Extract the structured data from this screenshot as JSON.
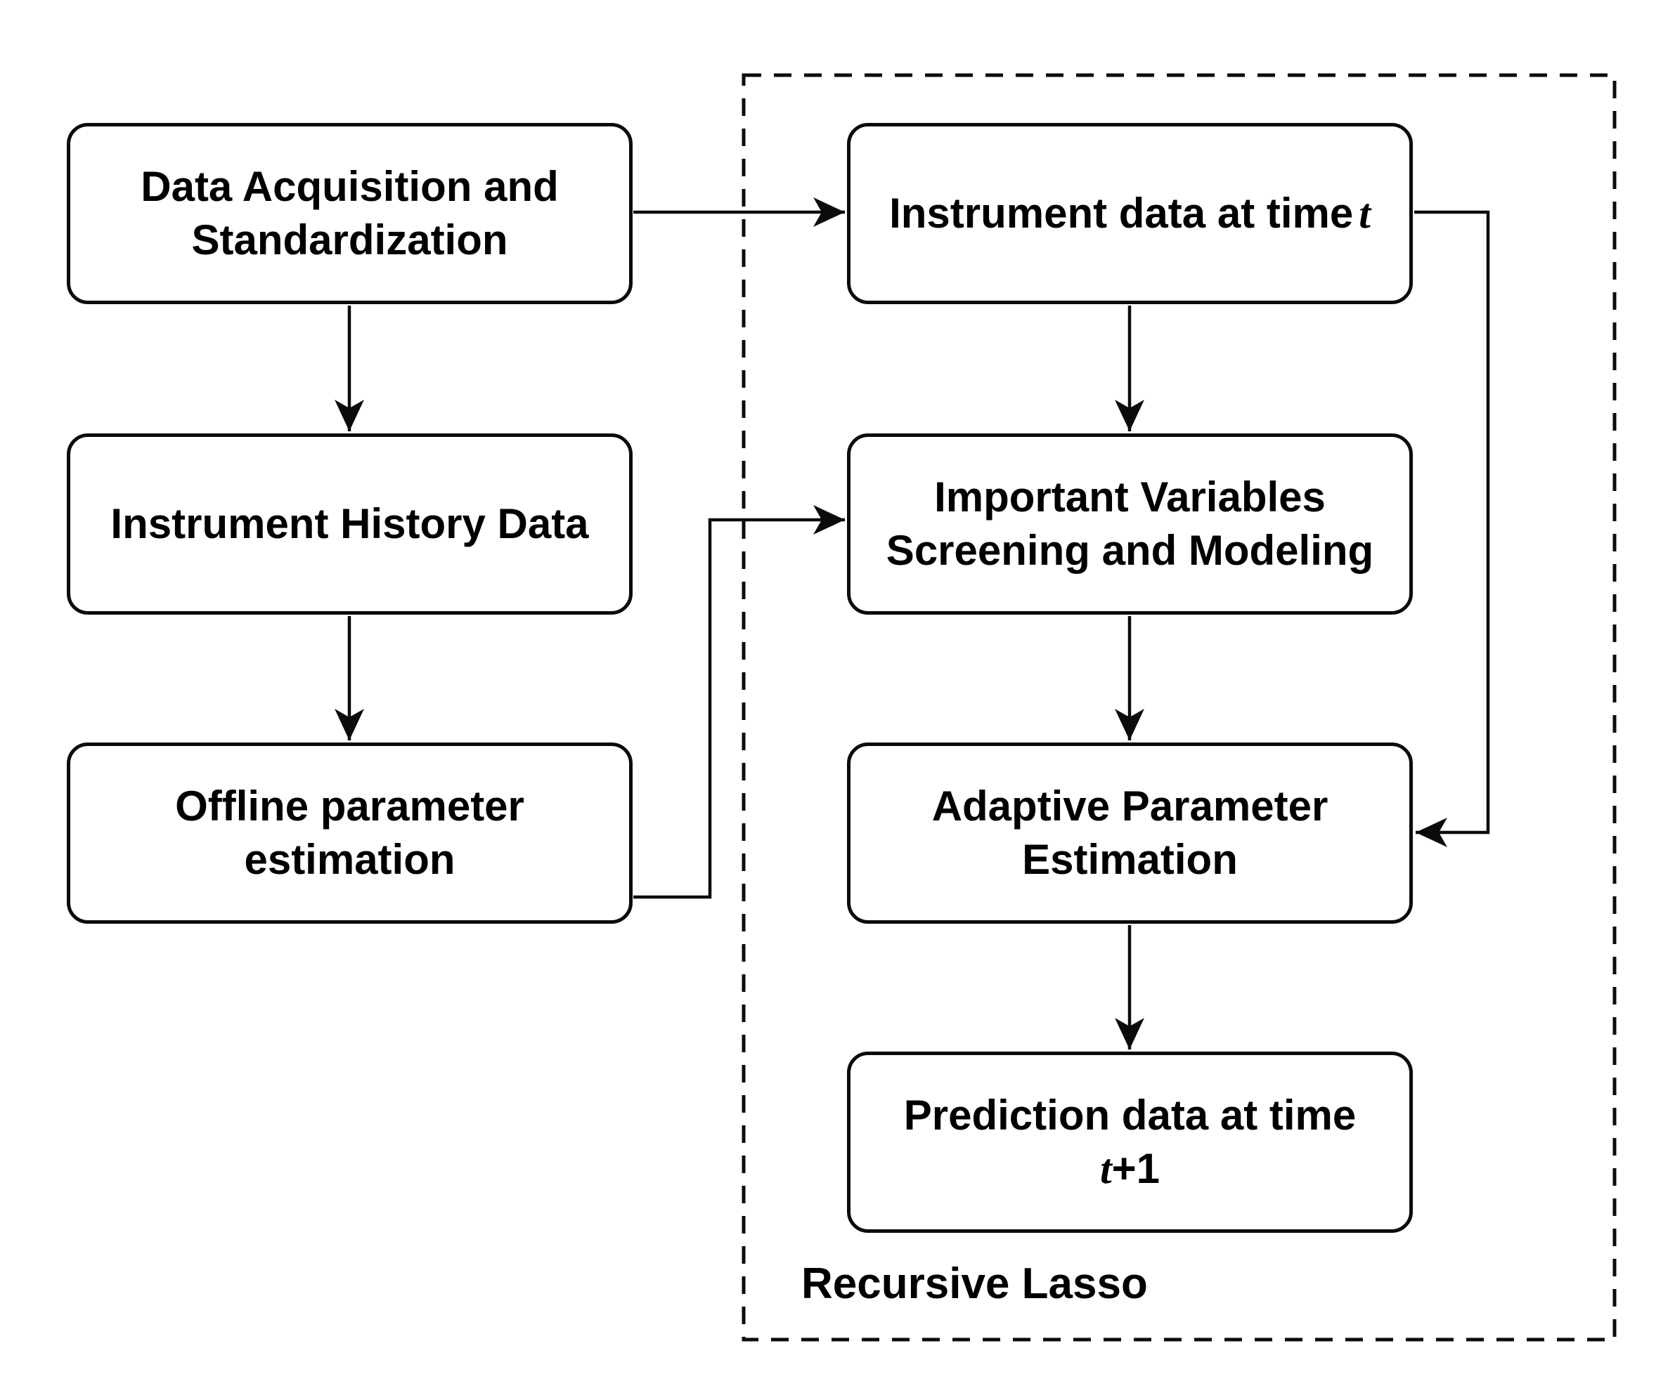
{
  "diagram": {
    "title": "Recursive Lasso flowchart",
    "colors": {
      "background": "#ffffff",
      "line": "#0b0b0b",
      "text": "#000000",
      "node_fill": "#ffffff"
    },
    "container": {
      "label": "Recursive Lasso",
      "border_style": "dashed"
    },
    "nodes": {
      "data_acquisition": {
        "line1": "Data Acquisition and",
        "line2": "Standardization"
      },
      "instrument_history": {
        "line1": "Instrument History Data"
      },
      "offline_estimation": {
        "line1": "Offline parameter",
        "line2": "estimation"
      },
      "instrument_data_t": {
        "prefix": "Instrument data at time",
        "var": "t"
      },
      "variables_screening": {
        "line1": "Important Variables",
        "line2": "Screening and Modeling"
      },
      "adaptive_estimation": {
        "line1": "Adaptive Parameter",
        "line2": "Estimation"
      },
      "prediction_data": {
        "line1": "Prediction data at time",
        "var": "t",
        "suffix": "+1"
      }
    },
    "edges": [
      {
        "from": "data_acquisition",
        "to": "instrument_history",
        "type": "straight"
      },
      {
        "from": "instrument_history",
        "to": "offline_estimation",
        "type": "straight"
      },
      {
        "from": "data_acquisition",
        "to": "instrument_data_t",
        "type": "straight"
      },
      {
        "from": "instrument_data_t",
        "to": "variables_screening",
        "type": "straight"
      },
      {
        "from": "offline_estimation",
        "to": "variables_screening",
        "type": "elbow"
      },
      {
        "from": "variables_screening",
        "to": "adaptive_estimation",
        "type": "straight"
      },
      {
        "from": "instrument_data_t",
        "to": "adaptive_estimation",
        "type": "feedback-elbow"
      },
      {
        "from": "adaptive_estimation",
        "to": "prediction_data",
        "type": "straight"
      }
    ],
    "nodes_inside_container": [
      "instrument_data_t",
      "variables_screening",
      "adaptive_estimation",
      "prediction_data"
    ]
  }
}
